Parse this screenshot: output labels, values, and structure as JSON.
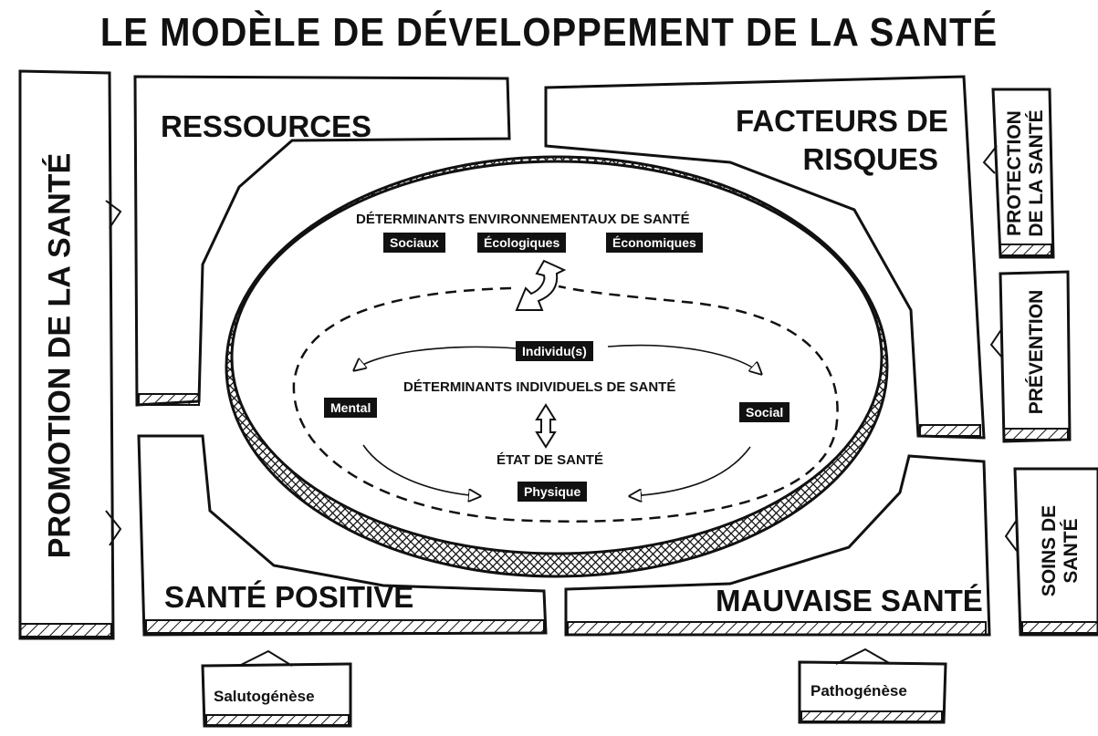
{
  "title": "LE MODÈLE DE DÉVELOPPEMENT DE LA SANTÉ",
  "quadrants": {
    "top_left": "RESSOURCES",
    "top_right_line1": "FACTEURS DE",
    "top_right_line2": "RISQUES",
    "bottom_left": "SANTÉ POSITIVE",
    "bottom_right": "MAUVAISE SANTÉ"
  },
  "left_panel": "PROMOTION DE LA SANTÉ",
  "right_panels": {
    "protection_line1": "PROTECTION",
    "protection_line2": "DE LA SANTÉ",
    "prevention": "PRÉVENTION",
    "soins_line1": "SOINS DE",
    "soins_line2": "SANTÉ"
  },
  "environmental": {
    "heading": "DÉTERMINANTS ENVIRONNEMENTAUX DE SANTÉ",
    "tags": [
      "Sociaux",
      "Écologiques",
      "Économiques"
    ]
  },
  "individual": {
    "top_tag": "Individu(s)",
    "heading": "DÉTERMINANTS INDIVIDUELS DE SANTÉ",
    "left_tag": "Mental",
    "right_tag": "Social",
    "state_heading": "ÉTAT DE SANTÉ",
    "bottom_tag": "Physique"
  },
  "footer_boxes": {
    "left": "Salutogénèse",
    "right": "Pathogénèse"
  }
}
